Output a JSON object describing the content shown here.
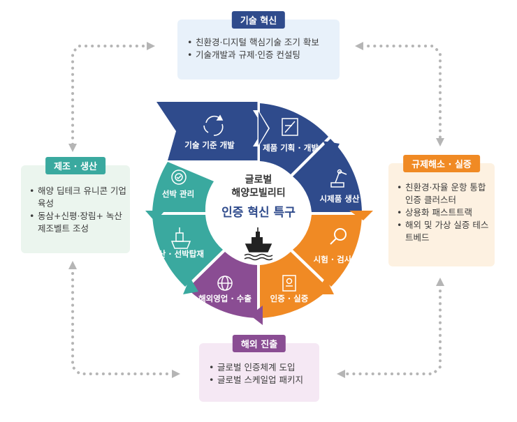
{
  "center": {
    "line1": "글로벌",
    "line2": "해양모빌리티",
    "line3": "인증 혁신 특구"
  },
  "segments": [
    {
      "label": "기술 기준 개발",
      "icon": "recycle-icon",
      "color": "#2f4b8c"
    },
    {
      "label": "제품 기획 · 개발",
      "icon": "blueprint-icon",
      "color": "#2f4b8c"
    },
    {
      "label": "시제품 생산",
      "icon": "robot-arm-icon",
      "color": "#2f4b8c"
    },
    {
      "label": "시험 · 검사",
      "icon": "magnifier-icon",
      "color": "#f08a24"
    },
    {
      "label": "인증 · 실증",
      "icon": "certificate-icon",
      "color": "#f08a24"
    },
    {
      "label": "해외영업 · 수출",
      "icon": "globe-icon",
      "color": "#8a4d93"
    },
    {
      "label": "생산 · 선박탑재",
      "icon": "ship-icon",
      "color": "#3aa99f"
    },
    {
      "label": "선박 관리",
      "icon": "gear-check-icon",
      "color": "#3aa99f"
    }
  ],
  "boxes": {
    "tech": {
      "title": "기술 혁신",
      "items": [
        "친환경·디지털 핵심기술 조기 확보",
        "기술개발과 규제·인증 컨설팅"
      ]
    },
    "regulation": {
      "title": "규제해소 · 실증",
      "items": [
        "친환경·자율 운항 통합인증 클러스터",
        "상용화 패스트트랙",
        "해외 및 가상 실증 테스트베드"
      ]
    },
    "manufacturing": {
      "title": "제조 · 생산",
      "items": [
        "해양 딥테크 유니콘 기업 육성",
        "동삼+신평·장림+ 녹산 제조벨트 조성"
      ]
    },
    "overseas": {
      "title": "해외 진출",
      "items": [
        "글로벌 인증체계 도입",
        "글로벌 스케일업 패키지"
      ]
    }
  },
  "colors": {
    "navy": "#2f4b8c",
    "orange": "#f08a24",
    "purple": "#8a4d93",
    "teal": "#3aa99f",
    "dots": "#b5b5b5"
  }
}
